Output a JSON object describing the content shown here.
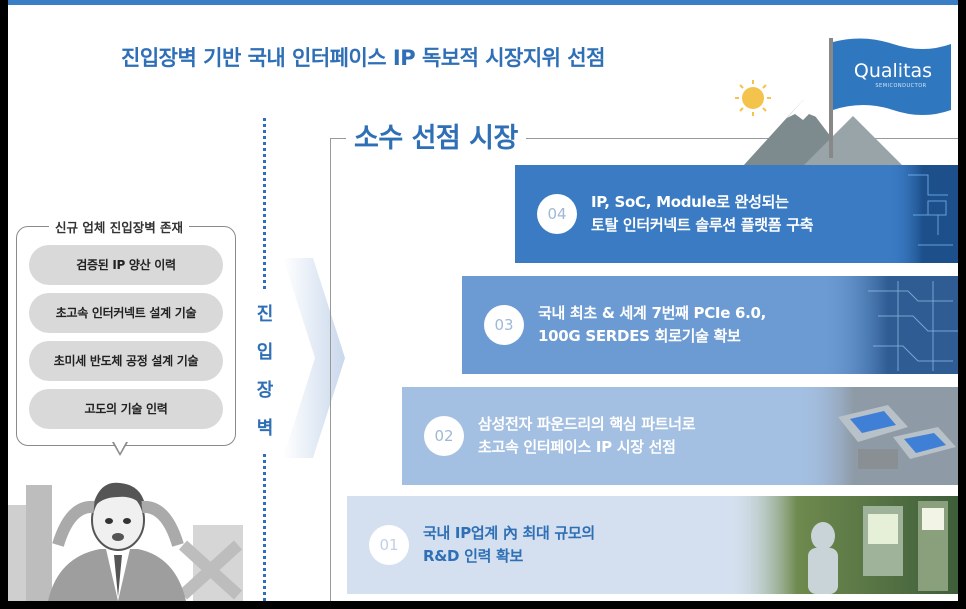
{
  "title": "진입장벽 기반 국내 인터페이스 IP 독보적 시장지위 선점",
  "panel": {
    "title": "신규 업체 진입장벽 존재",
    "items": [
      "검증된 IP 양산 이력",
      "초고속 인터커넥트 설계 기술",
      "초미세 반도체 공정 설계 기술",
      "고도의 기술 인력"
    ]
  },
  "barrier": [
    "진",
    "입",
    "장",
    "벽"
  ],
  "market_label": "소수 선점 시장",
  "logo": {
    "name": "Qualitas",
    "sub": "SEMICONDUCTOR"
  },
  "steps": [
    {
      "num": "04",
      "line1": "IP, SoC, Module로 완성되는",
      "line2": "토탈 인터커넥트 솔루션 플랫폼 구축"
    },
    {
      "num": "03",
      "line1": "국내 최초 & 세계 7번째 PCIe 6.0,",
      "line2": "100G SERDES 회로기술 확보"
    },
    {
      "num": "02",
      "line1": "삼성전자 파운드리의 핵심 파트너로",
      "line2": "초고속 인터페이스 IP 시장 선점"
    },
    {
      "num": "01",
      "line1": "국내 IP업계 內 최대 규모의",
      "line2": "R&D 인력 확보"
    }
  ],
  "colors": {
    "primary": "#2f6fb6",
    "step4": "#3a7bc4",
    "step3": "#6c9bd3",
    "step2": "#a3bfe1",
    "step1": "#d4e0ef"
  }
}
